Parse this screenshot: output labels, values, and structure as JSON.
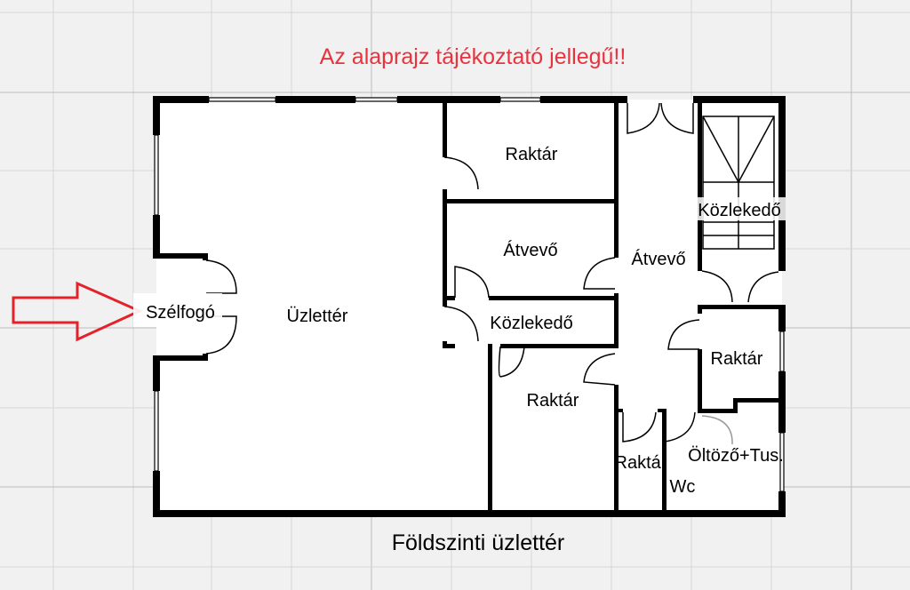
{
  "notice": "Az alaprajz tájékoztató jellegű!!",
  "caption": "Földszinti üzlettér",
  "colors": {
    "notice": "#e8333f",
    "arrow": "#e4222b",
    "walls": "#000000",
    "background": "#f1f1f1"
  },
  "entrance_arrow": "arrow-right-icon",
  "rooms": {
    "szelfogo": "Szélfogó",
    "uzletter": "Üzlettér",
    "raktar_top": "Raktár",
    "atvevo_left": "Átvevő",
    "kozlekedo_mid": "Közlekedő",
    "raktar_mid": "Raktár",
    "atvevo_center": "Átvevő",
    "kozlekedo_stairs": "Közlekedő",
    "raktar_right": "Raktár",
    "raktar_small": "Raktár",
    "wc": "Wc",
    "oltozo": "Öltöző+Tus."
  }
}
